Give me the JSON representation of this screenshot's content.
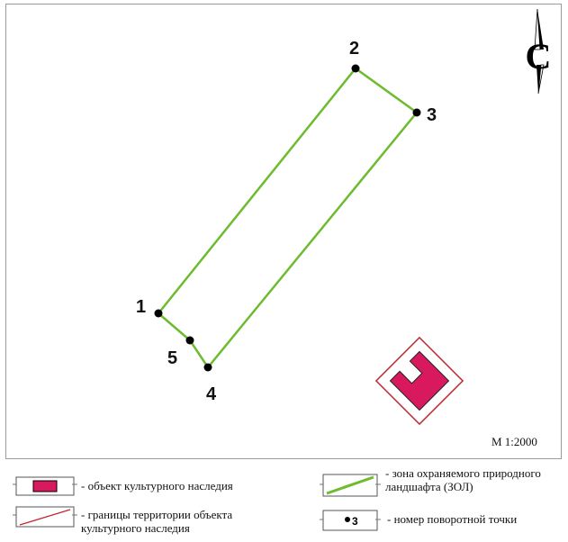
{
  "map": {
    "points": [
      {
        "label": "1"
      },
      {
        "label": "2"
      },
      {
        "label": "3"
      },
      {
        "label": "4"
      },
      {
        "label": "5"
      }
    ],
    "north_symbol": "С",
    "scale": "М 1:2000",
    "colors": {
      "zol_boundary": "#6dbb2f",
      "heritage_fill": "#d9195e",
      "heritage_boundary": "#c0282d",
      "point": "#000000"
    }
  },
  "legend": {
    "heritage_object": "- объект культурного наследия",
    "heritage_boundary": "- границы территории объекта культурного наследия",
    "zol": "- зона охраняемого природного ландшафта (ЗОЛ)",
    "turning_point": "- номер поворотной точки",
    "turning_point_sample": "3"
  }
}
